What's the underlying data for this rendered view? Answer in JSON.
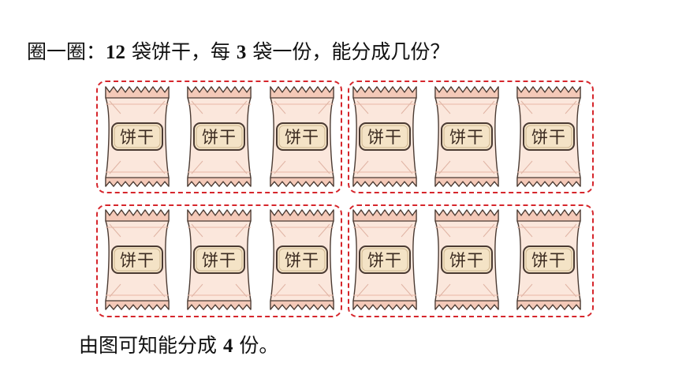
{
  "question": {
    "lead": "圈一圈：",
    "n_bags": "12",
    "text1": " 袋饼干，每 ",
    "per_group": "3",
    "text2": " 袋一份，能分成几份？"
  },
  "answer": {
    "text1": "由图可知能分成 ",
    "count": "4",
    "text2": " 份。"
  },
  "bag_label": "饼干",
  "colors": {
    "dashed_border": "#d6262c",
    "bag_body": "#fbe7dc",
    "bag_band": "#f4c9b8",
    "label_bg": "#f4e3c6",
    "outline": "#4a3a32"
  },
  "icons": {
    "bag": "biscuit-bag-icon"
  }
}
